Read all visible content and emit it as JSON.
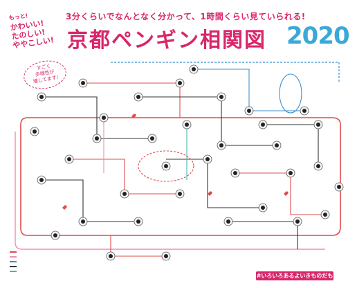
{
  "header": {
    "badge": {
      "small": "もっと!",
      "lines": [
        "かわいい!",
        "たのしい!",
        "ややこしい!"
      ]
    },
    "subtitle": "3分くらいでなんとなく分かって、1時間くらい見ていられる!",
    "title": "京都ペンギン相関図",
    "year": "2020",
    "bubble": [
      "すごく",
      "多様性が",
      "増してます!"
    ]
  },
  "footer": {
    "tagline": "#いろいろあるよいきものだもの"
  },
  "colors": {
    "accent": "#d9266a",
    "year_blue": "#3aa9d8",
    "line_red": "#e04b4b",
    "line_pink": "#f28bb0",
    "line_blue": "#3b8fd0",
    "line_dark": "#333333",
    "line_teal": "#4fb3a9"
  }
}
